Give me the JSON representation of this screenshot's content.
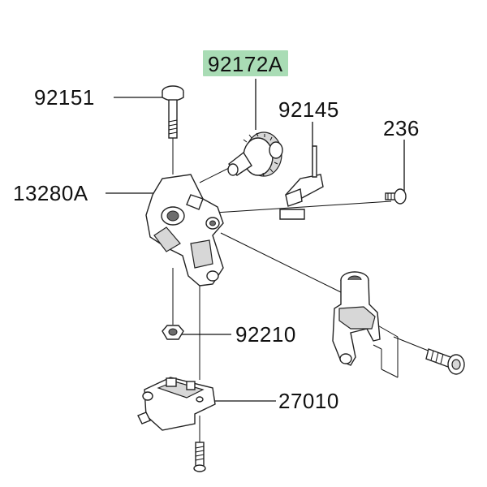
{
  "diagram": {
    "highlight_color": "#a9dcb5",
    "labels": {
      "part_92172A": "92172A",
      "part_92151": "92151",
      "part_92145": "92145",
      "part_236": "236",
      "part_13280A": "13280A",
      "part_92210": "92210",
      "part_27010": "27010"
    }
  }
}
